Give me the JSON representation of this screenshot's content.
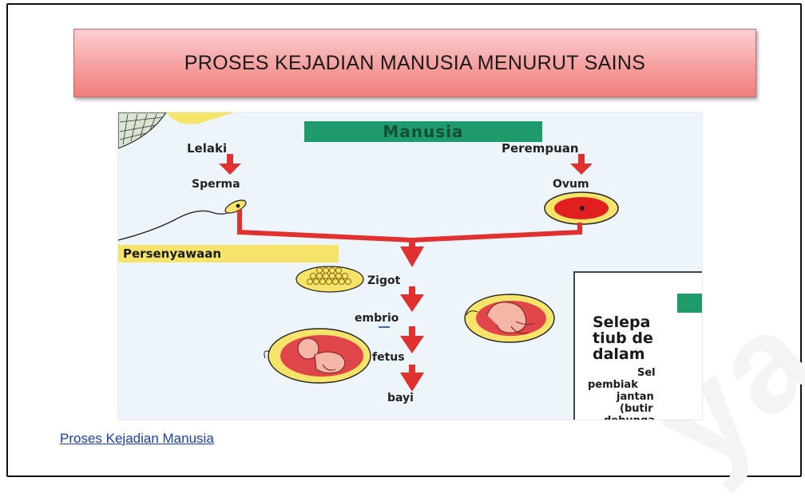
{
  "slide": {
    "title": "PROSES KEJADIAN MANUSIA MENURUT SAINS",
    "link_text": "Proses Kejadian Manusia",
    "watermark": "ya"
  },
  "diagram": {
    "header": "Manusia",
    "male": "Lelaki",
    "female": "Perempuan",
    "sperm": "Sperma",
    "ovum": "Ovum",
    "fertilization": "Persenyawaan",
    "stages": [
      "Zigot",
      "embrio",
      "fetus",
      "bayi"
    ],
    "side_panel": {
      "big_lines": [
        "Selepa",
        "tiub de",
        "dalam"
      ],
      "small_lines": [
        "Sel",
        "pembiak",
        "jantan",
        "(butir",
        "debunga"
      ]
    }
  },
  "colors": {
    "title_gradient_top": "#fbd1d1",
    "title_gradient_bottom": "#ee7f7f",
    "arrow_red": "#e03030",
    "green_bar": "#1f9a6a",
    "yellow_bar": "#f6e46a",
    "link": "#1a3fa8"
  }
}
